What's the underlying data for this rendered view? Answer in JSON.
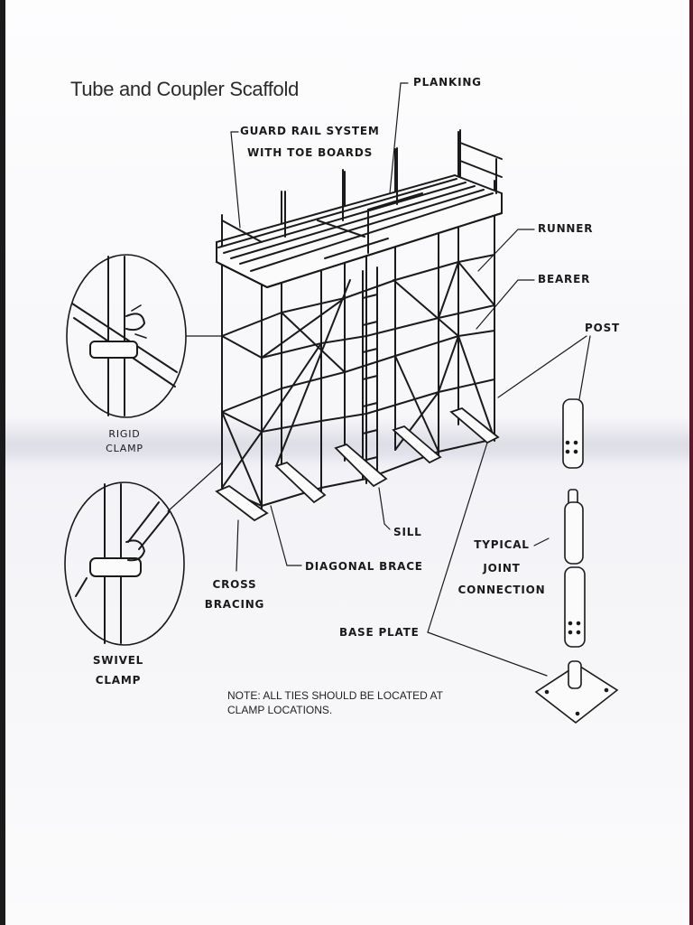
{
  "title": "Tube and Coupler Scaffold",
  "labels": {
    "planking": "PLANKING",
    "guard_rail_1": "GUARD RAIL SYSTEM",
    "guard_rail_2": "WITH TOE BOARDS",
    "runner": "RUNNER",
    "bearer": "BEARER",
    "post": "POST",
    "rigid_clamp_1": "RIGID",
    "rigid_clamp_2": "CLAMP",
    "swivel_clamp_1": "SWIVEL",
    "swivel_clamp_2": "CLAMP",
    "cross_bracing_1": "CROSS",
    "cross_bracing_2": "BRACING",
    "diagonal_brace": "DIAGONAL BRACE",
    "sill": "SILL",
    "typical_1": "TYPICAL",
    "typical_2": "JOINT",
    "typical_3": "CONNECTION",
    "base_plate": "BASE PLATE"
  },
  "note": "NOTE: ALL TIES SHOULD BE LOCATED AT CLAMP LOCATIONS.",
  "colors": {
    "ink": "#1a1a1a",
    "paper": "#fbfbfc"
  }
}
